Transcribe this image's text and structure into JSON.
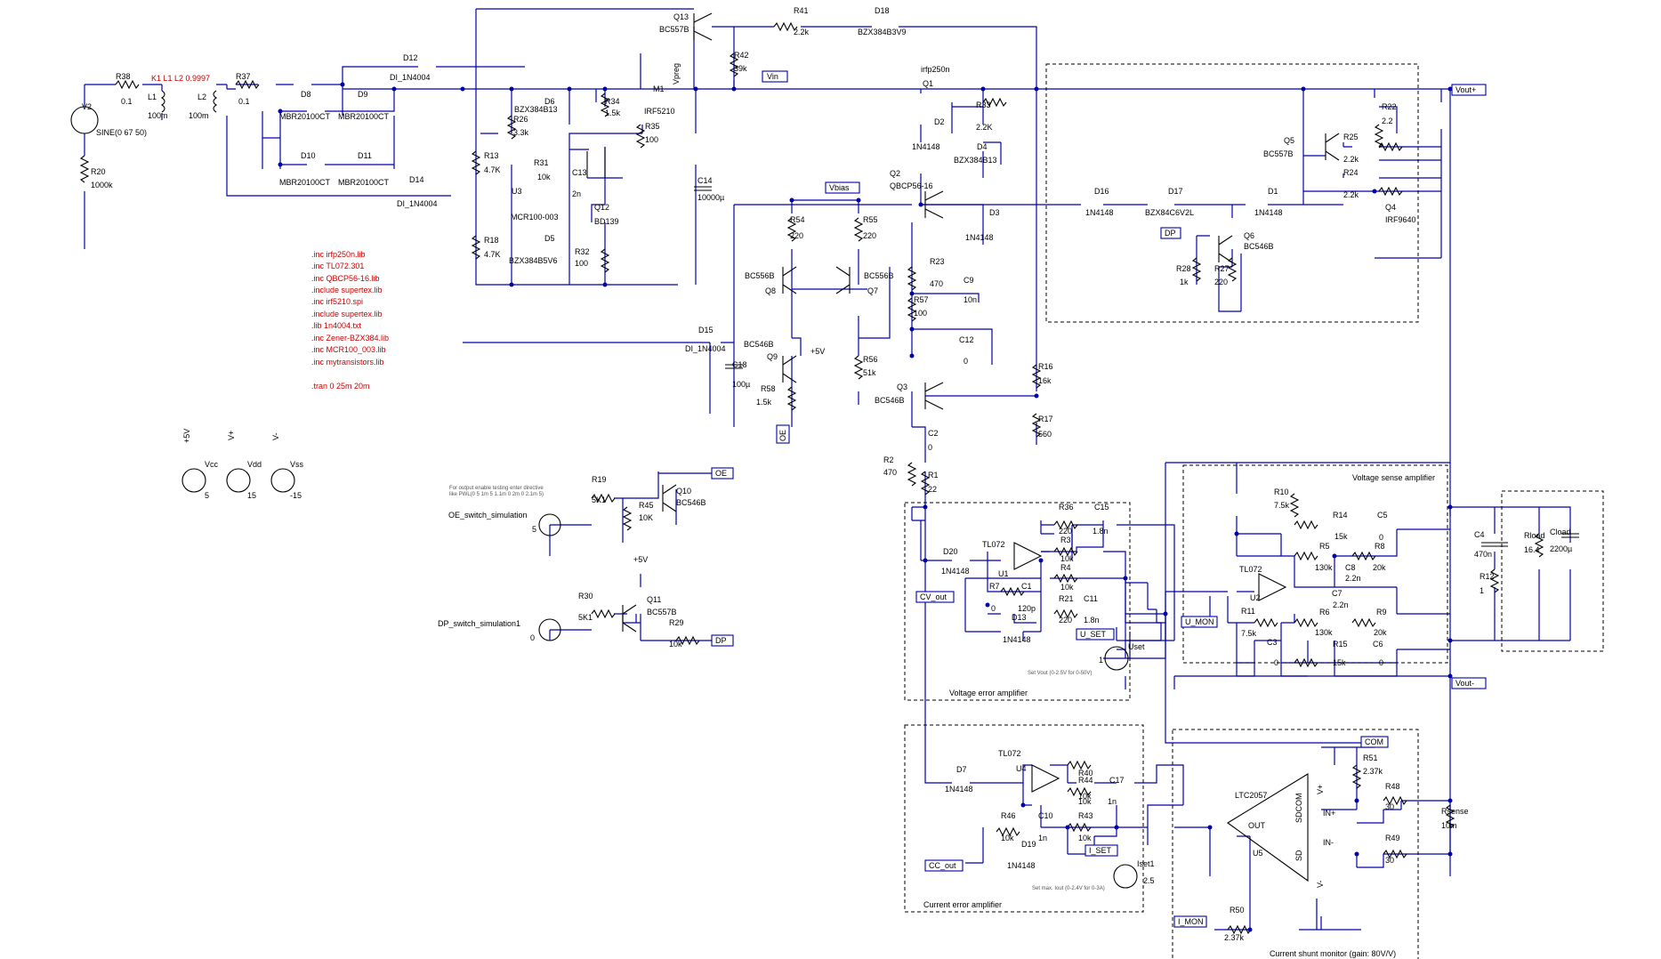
{
  "directives": [
    ".inc irfp250n.lib",
    ".inc TL072.301",
    ".inc QBCP56-16.lib",
    ".include supertex.lib",
    ".inc irf5210.spi",
    ".include supertex.lib",
    ".lib 1n4004.txt",
    ".inc Zener-BZX384.lib",
    ".inc MCR100_003.lib",
    ".inc mytransistors.lib",
    ".tran 0 25m 20m"
  ],
  "coupling": "K1 L1 L2 0.9997",
  "comments": {
    "oe_hint_1": "For output enable testing enter directive",
    "oe_hint_2": "like PWL(0 5 1m 5 1.1m 0 2m 0 2.1m 5)",
    "uset_hint": "Set Vout (0-2.5V for 0-50V)",
    "iset_hint": "Set max. Iout (0-2.4V for 0-3A)"
  },
  "blocks": {
    "voltage_error": "Voltage error amplifier",
    "current_error": "Current error amplifier",
    "voltage_sense": "Voltage sense amplifier",
    "shunt_monitor": "Current shunt monitor (gain: 80V/V)"
  },
  "sources": {
    "V2": {
      "name": "V2",
      "value": "SINE(0 67 50)"
    },
    "Vcc": {
      "name": "Vcc",
      "value": "5",
      "net": "+5V"
    },
    "Vdd": {
      "name": "Vdd",
      "value": "15",
      "net": "V+"
    },
    "Vss": {
      "name": "Vss",
      "value": "-15",
      "net": "V-"
    },
    "oe_sim": {
      "name": "OE_switch_simulation",
      "value": "5"
    },
    "dp_sim": {
      "name": "DP_switch_simulation1",
      "value": "0"
    },
    "uset": {
      "name": "Uset",
      "value": "1"
    },
    "iset": {
      "name": "Iset1",
      "value": "2.5"
    }
  },
  "nets": {
    "vout_plus": "Vout+",
    "vout_minus": "Vout-",
    "vin": "Vin",
    "vbias": "Vbias",
    "vpreg": "Vpreg",
    "oe": "OE",
    "dp": "DP",
    "cv_out": "CV_out",
    "cc_out": "CC_out",
    "u_set": "U_SET",
    "i_set": "I_SET",
    "u_mon": "U_MON",
    "i_mon": "I_MON",
    "com": "COM",
    "p5v": "+5V",
    "vplus": "V+",
    "vminus": "V-"
  },
  "parts": [
    {
      "ref": "R38",
      "val": "0.1"
    },
    {
      "ref": "L1",
      "val": "100m"
    },
    {
      "ref": "L2",
      "val": "100m"
    },
    {
      "ref": "R37",
      "val": "0.1"
    },
    {
      "ref": "R20",
      "val": "1000k"
    },
    {
      "ref": "D12",
      "val": "DI_1N4004"
    },
    {
      "ref": "D14",
      "val": "DI_1N4004"
    },
    {
      "ref": "D8",
      "val": "MBR20100CT"
    },
    {
      "ref": "D9",
      "val": "MBR20100CT"
    },
    {
      "ref": "D10",
      "val": "MBR20100CT"
    },
    {
      "ref": "D11",
      "val": "MBR20100CT"
    },
    {
      "ref": "R26",
      "val": "3.3k"
    },
    {
      "ref": "R13",
      "val": "4.7K"
    },
    {
      "ref": "R18",
      "val": "4.7K"
    },
    {
      "ref": "U3",
      "val": "MCR100-003"
    },
    {
      "ref": "D6",
      "val": "BZX384B13"
    },
    {
      "ref": "D5",
      "val": "BZX384B5V6"
    },
    {
      "ref": "R34",
      "val": "1.5k"
    },
    {
      "ref": "R35",
      "val": "100"
    },
    {
      "ref": "R31",
      "val": "10k"
    },
    {
      "ref": "C13",
      "val": "2n"
    },
    {
      "ref": "Q12",
      "val": "BD139"
    },
    {
      "ref": "R32",
      "val": "100"
    },
    {
      "ref": "M1",
      "val": "IRF5210"
    },
    {
      "ref": "Q13",
      "val": "BC557B"
    },
    {
      "ref": "R41",
      "val": "2.2k"
    },
    {
      "ref": "D18",
      "val": "BZX384B3V9"
    },
    {
      "ref": "R42",
      "val": "39k"
    },
    {
      "ref": "C14",
      "val": "10000µ"
    },
    {
      "ref": "D15",
      "val": "DI_1N4004"
    },
    {
      "ref": "C18",
      "val": "100µ"
    },
    {
      "ref": "Q1",
      "val": "irfp250n"
    },
    {
      "ref": "R33",
      "val": "2.2K"
    },
    {
      "ref": "D2",
      "val": "1N4148"
    },
    {
      "ref": "D4",
      "val": "BZX384B13"
    },
    {
      "ref": "D3",
      "val": "1N4148"
    },
    {
      "ref": "Q2",
      "val": "QBCP56-16"
    },
    {
      "ref": "R54",
      "val": "220"
    },
    {
      "ref": "R55",
      "val": "220"
    },
    {
      "ref": "Q8",
      "val": "BC556B"
    },
    {
      "ref": "Q7",
      "val": "BC556B"
    },
    {
      "ref": "Q9",
      "val": "BC546B"
    },
    {
      "ref": "R58",
      "val": "1.5k"
    },
    {
      "ref": "R56",
      "val": "51k"
    },
    {
      "ref": "R23",
      "val": "470"
    },
    {
      "ref": "C9",
      "val": "10n"
    },
    {
      "ref": "R57",
      "val": "100"
    },
    {
      "ref": "C12",
      "val": "0"
    },
    {
      "ref": "Q3",
      "val": "BC546B"
    },
    {
      "ref": "C2",
      "val": "0"
    },
    {
      "ref": "R2",
      "val": "470"
    },
    {
      "ref": "R1",
      "val": "22"
    },
    {
      "ref": "R16",
      "val": "16k"
    },
    {
      "ref": "R17",
      "val": "560"
    },
    {
      "ref": "D16",
      "val": "1N4148"
    },
    {
      "ref": "D17",
      "val": "BZX84C6V2L"
    },
    {
      "ref": "D1",
      "val": "1N4148"
    },
    {
      "ref": "Q6",
      "val": "BC546B"
    },
    {
      "ref": "R28",
      "val": "1k"
    },
    {
      "ref": "R27",
      "val": "220"
    },
    {
      "ref": "Q5",
      "val": "BC557B"
    },
    {
      "ref": "R22",
      "val": "2.2"
    },
    {
      "ref": "R25",
      "val": "2.2k"
    },
    {
      "ref": "R24",
      "val": "2.2k"
    },
    {
      "ref": "Q4",
      "val": "IRF9640"
    },
    {
      "ref": "R19",
      "val": "5K1"
    },
    {
      "ref": "R45",
      "val": "10K"
    },
    {
      "ref": "Q10",
      "val": "BC546B"
    },
    {
      "ref": "R30",
      "val": "5K1"
    },
    {
      "ref": "Q11",
      "val": "BC557B"
    },
    {
      "ref": "R29",
      "val": "10k"
    },
    {
      "ref": "R36",
      "val": "220"
    },
    {
      "ref": "C15",
      "val": "1.8n"
    },
    {
      "ref": "R3",
      "val": "10k"
    },
    {
      "ref": "R4",
      "val": "10k"
    },
    {
      "ref": "U1",
      "val": "TL072"
    },
    {
      "ref": "D20",
      "val": "1N4148"
    },
    {
      "ref": "R7",
      "val": "0"
    },
    {
      "ref": "C1",
      "val": "120p"
    },
    {
      "ref": "D13",
      "val": "1N4148"
    },
    {
      "ref": "R21",
      "val": "220"
    },
    {
      "ref": "C11",
      "val": "1.8n"
    },
    {
      "ref": "U4",
      "val": "TL072"
    },
    {
      "ref": "D7",
      "val": "1N4148"
    },
    {
      "ref": "R40",
      "val": "10k"
    },
    {
      "ref": "R44",
      "val": "10k"
    },
    {
      "ref": "C17",
      "val": "1n"
    },
    {
      "ref": "R46",
      "val": "10k"
    },
    {
      "ref": "C10",
      "val": "1n"
    },
    {
      "ref": "R43",
      "val": "10k"
    },
    {
      "ref": "D19",
      "val": "1N4148"
    },
    {
      "ref": "R10",
      "val": "7.5k"
    },
    {
      "ref": "R14",
      "val": "15k"
    },
    {
      "ref": "C5",
      "val": "0"
    },
    {
      "ref": "R5",
      "val": "130k"
    },
    {
      "ref": "C8",
      "val": "2.2n"
    },
    {
      "ref": "R8",
      "val": "20k"
    },
    {
      "ref": "U2",
      "val": "TL072"
    },
    {
      "ref": "C7",
      "val": "2.2n"
    },
    {
      "ref": "R11",
      "val": "7.5k"
    },
    {
      "ref": "R6",
      "val": "130k"
    },
    {
      "ref": "R9",
      "val": "20k"
    },
    {
      "ref": "C3",
      "val": "0"
    },
    {
      "ref": "R15",
      "val": "15k"
    },
    {
      "ref": "C6",
      "val": "0"
    },
    {
      "ref": "C4",
      "val": "470n"
    },
    {
      "ref": "R12",
      "val": "1"
    },
    {
      "ref": "Rload",
      "val": "16.4"
    },
    {
      "ref": "Cload",
      "val": "2200µ"
    },
    {
      "ref": "U5",
      "val": "LTC2057"
    },
    {
      "ref": "R51",
      "val": "2.37k"
    },
    {
      "ref": "R48",
      "val": "30"
    },
    {
      "ref": "R49",
      "val": "30"
    },
    {
      "ref": "Rsense",
      "val": "10m"
    },
    {
      "ref": "R50",
      "val": "2.37k"
    }
  ],
  "pins": {
    "out": "OUT",
    "sdcom": "SDCOM",
    "sd": "SD",
    "in_plus": "IN+",
    "in_minus": "IN-",
    "vplus": "V+",
    "vminus": "V-",
    "opamp_plus": "+",
    "opamp_minus": "-"
  }
}
